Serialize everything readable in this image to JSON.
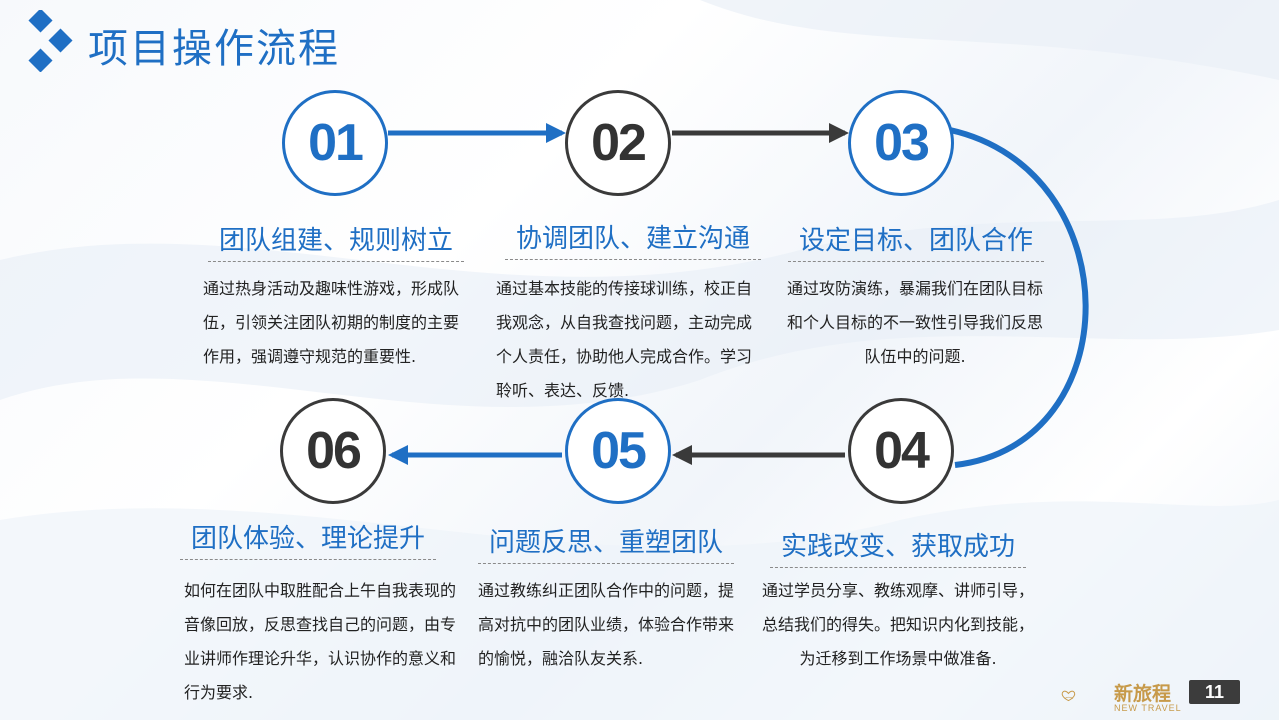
{
  "header": {
    "title": "项目操作流程"
  },
  "steps": [
    {
      "num": "01",
      "title": "团队组建、规则树立",
      "desc": "通过热身活动及趣味性游戏，形成队伍，引领关注团队初期的制度的主要作用，强调遵守规范的重要性."
    },
    {
      "num": "02",
      "title": "协调团队、建立沟通",
      "desc": "通过基本技能的传接球训练，校正自我观念，从自我查找问题，主动完成个人责任，协助他人完成合作。学习聆听、表达、反馈."
    },
    {
      "num": "03",
      "title": "设定目标、团队合作",
      "desc": "通过攻防演练，暴漏我们在团队目标和个人目标的不一致性引导我们反思队伍中的问题."
    },
    {
      "num": "04",
      "title": "实践改变、获取成功",
      "desc": "通过学员分享、教练观摩、讲师引导，总结我们的得失。把知识内化到技能，为迁移到工作场景中做准备."
    },
    {
      "num": "05",
      "title": "问题反思、重塑团队",
      "desc": "通过教练纠正团队合作中的问题，提高对抗中的团队业绩，体验合作带来的愉悦，融洽队友关系."
    },
    {
      "num": "06",
      "title": "团队体验、理论提升",
      "desc": "如何在团队中取胜配合上午自我表现的音像回放，反思查找自己的问题，由专业讲师作理论升华，认识协作的意义和行为要求."
    }
  ],
  "brand": {
    "name": "新旅程",
    "sub": "NEW TRAVEL"
  },
  "page": {
    "number": "11"
  },
  "colors": {
    "accent": "#1f6fc4",
    "dark": "#333333",
    "gold": "#c79a4a"
  }
}
